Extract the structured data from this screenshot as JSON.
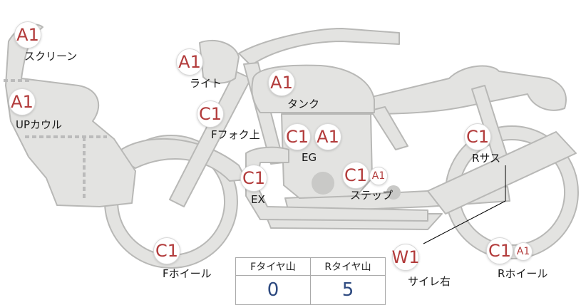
{
  "colors": {
    "body": "#e3e3e1",
    "outline": "#b8b8b6",
    "badge_text": "#b23b3b",
    "value_text": "#2e4a80"
  },
  "parts": [
    {
      "id": "screen",
      "grade": "A1",
      "label": "スクリーン"
    },
    {
      "id": "upcowl",
      "grade": "A1",
      "label": "UPカウル"
    },
    {
      "id": "light",
      "grade": "A1",
      "label": "ライト"
    },
    {
      "id": "tank",
      "grade": "A1",
      "label": "タンク"
    },
    {
      "id": "ffork",
      "grade": "C1",
      "label": "Fフォク上"
    },
    {
      "id": "eg",
      "grade": "C1",
      "grade2": "A1",
      "label": "EG"
    },
    {
      "id": "ex",
      "grade": "C1",
      "label": "EX"
    },
    {
      "id": "step",
      "grade": "C1",
      "grade2": "A1",
      "label": "ステップ"
    },
    {
      "id": "rsus",
      "grade": "C1",
      "label": "Rサス"
    },
    {
      "id": "fwheel",
      "grade": "C1",
      "label": "Fホイール"
    },
    {
      "id": "silencer",
      "grade": "W1",
      "label": "サイレ右"
    },
    {
      "id": "rwheel",
      "grade": "C1",
      "grade2": "A1",
      "label": "Rホイール"
    }
  ],
  "tread": {
    "front_label": "Fタイヤ山",
    "rear_label": "Rタイヤ山",
    "front_value": "0",
    "rear_value": "5"
  }
}
